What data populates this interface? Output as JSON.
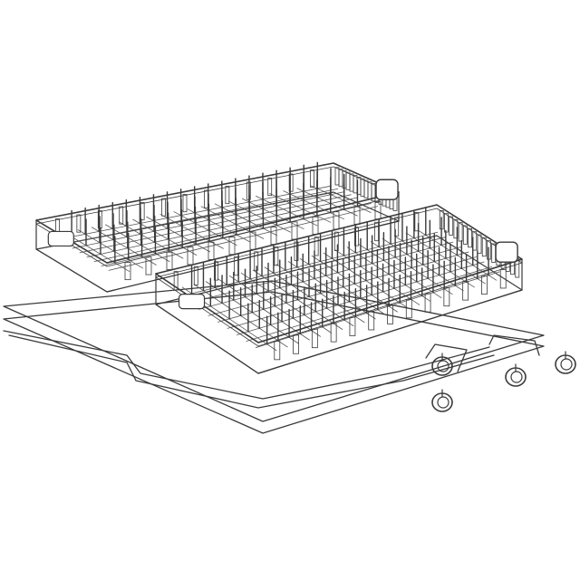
{
  "colors": {
    "background": "#ffffff",
    "line": "#3a3a3a",
    "grid": "#555555"
  },
  "parts": [
    {
      "kind": "rack-tray",
      "count": 2
    },
    {
      "kind": "wire-frame",
      "count": 1
    },
    {
      "kind": "wheel",
      "count": 4
    }
  ]
}
